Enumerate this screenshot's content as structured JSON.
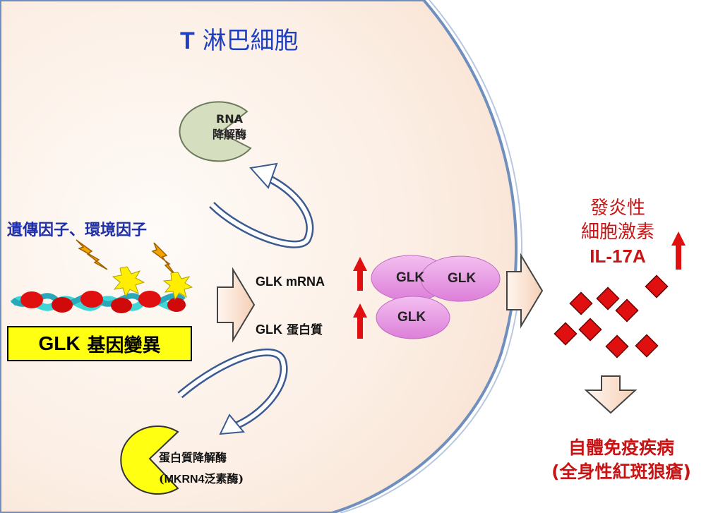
{
  "cell_title": {
    "prefix": "T",
    "name": "淋巴細胞"
  },
  "rna_enzyme": {
    "line1": "RNA",
    "line2": "降解酶"
  },
  "factors_label": "遺傳因子、環境因子",
  "mutation_label": {
    "gene": "GLK",
    "text": "基因變異"
  },
  "mrna_label": "GLK mRNA",
  "protein_label": {
    "gene": "GLK",
    "text": "蛋白質"
  },
  "glk_blobs": [
    "GLK",
    "GLK",
    "GLK"
  ],
  "cytokine": {
    "line1": "發炎性",
    "line2": "細胞激素",
    "line3": "IL-17A"
  },
  "disease": {
    "line1": "自體免疫疾病",
    "line2": "(全身性紅斑狼瘡)"
  },
  "protein_enzyme": {
    "line1": "蛋白質降解酶",
    "line2_open": "(",
    "line2_name": "MKRN4",
    "line2_text": "泛素酶",
    "line2_close": ")"
  },
  "colors": {
    "cell_fill": "#fcede3",
    "cell_border": "#6f8fbf",
    "title_blue": "#1f3fbf",
    "red": "#c81414",
    "blob_pink": "#e99be6",
    "box_yellow": "#ffff11",
    "enzyme_green": "#d5dfc0"
  }
}
